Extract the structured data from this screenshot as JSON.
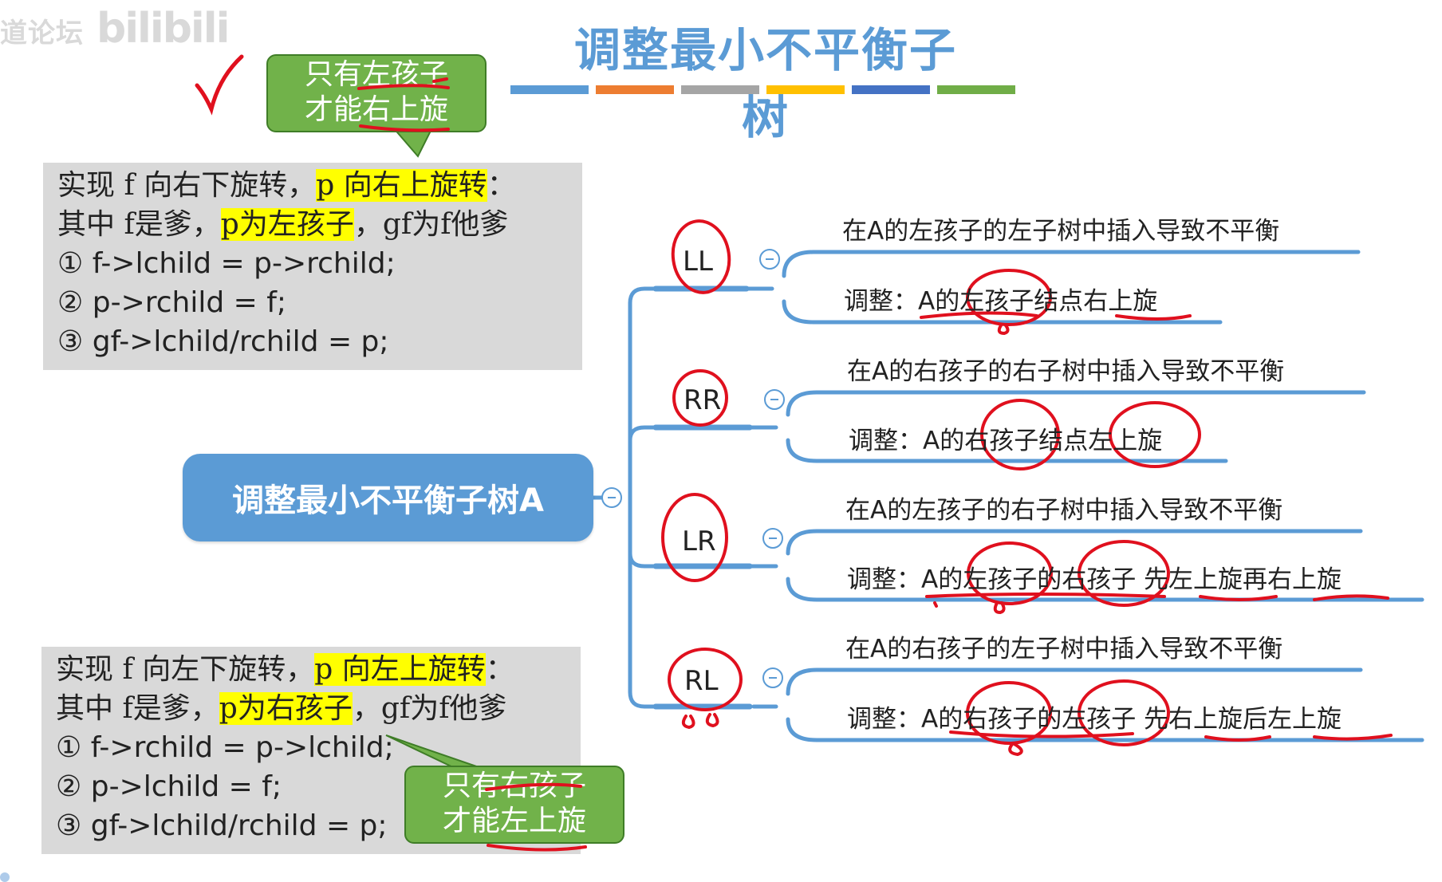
{
  "watermark": {
    "text": "道论坛",
    "logo": "bilibili"
  },
  "title": "调整最小不平衡子树",
  "title_bar_colors": [
    "#5b9bd5",
    "#ed7d31",
    "#a5a5a5",
    "#ffc000",
    "#4472c4",
    "#70ad47"
  ],
  "callout_top": {
    "line1": "只有左孩子",
    "line2": "才能右上旋"
  },
  "callout_bottom": {
    "line1": "只有右孩子",
    "line2": "才能左上旋"
  },
  "code_box_1": {
    "line1_a": "实现 f 向右下旋转，",
    "line1_b": "p 向右上旋转",
    "line1_c": "：",
    "line2_a": "其中 f是爹，",
    "line2_b": "p为左孩子",
    "line2_c": "，gf为f他爹",
    "step1_num": "①",
    "step1": " f->lchild = p->rchild;",
    "step2_num": "②",
    "step2": " p->rchild = f;",
    "step3_num": "③",
    "step3": " gf->lchild/rchild = p;"
  },
  "code_box_2": {
    "line1_a": "实现 f 向左下旋转，",
    "line1_b": "p 向左上旋转",
    "line1_c": "：",
    "line2_a": "其中 f是爹，",
    "line2_b": "p为右孩子",
    "line2_c": "，gf为f他爹",
    "step1_num": "①",
    "step1": " f->rchild = p->lchild;",
    "step2_num": "②",
    "step2": " p->lchild = f;",
    "step3_num": "③",
    "step3": " gf->lchild/rchild = p;"
  },
  "mindmap": {
    "root": "调整最小不平衡子树A",
    "branches": [
      {
        "label": "LL",
        "cause": "在A的左孩子的左子树中插入导致不平衡",
        "fix": "调整：A的左孩子结点右上旋"
      },
      {
        "label": "RR",
        "cause": "在A的右孩子的右子树中插入导致不平衡",
        "fix": "调整：A的右孩子结点左上旋"
      },
      {
        "label": "LR",
        "cause": "在A的左孩子的右子树中插入导致不平衡",
        "fix": "调整：A的左孩子的右孩子 先左上旋再右上旋"
      },
      {
        "label": "RL",
        "cause": "在A的右孩子的左子树中插入导致不平衡",
        "fix": "调整：A的右孩子的左孩子 先右上旋后左上旋"
      }
    ]
  },
  "colors": {
    "mindmap_blue": "#5b9bd5",
    "callout_green": "#71b24a",
    "code_box_gray": "#d9d9d9",
    "highlight_yellow": "#ffff00",
    "annotation_red": "#e0101e"
  },
  "icons": {
    "check": "checkmark-icon",
    "collapse": "minus-circle-icon"
  }
}
